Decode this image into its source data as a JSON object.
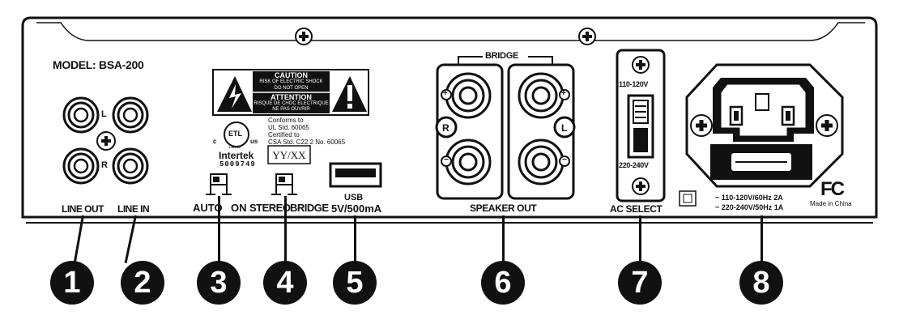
{
  "model": "MODEL: BSA-200",
  "line_out": {
    "label": "LINE OUT",
    "l": "L",
    "r": "R"
  },
  "line_in": {
    "label": "LINE IN"
  },
  "caution": {
    "title": "CAUTION",
    "line1": "RISK OF ELECTRIC SHOCK",
    "line2": "DO NOT OPEN",
    "attention": "ATTENTION",
    "line3": "RISQUE DE CHOC ELECTRIQUE",
    "line4": "NE PAS OUVRIR"
  },
  "cert": {
    "etl_c": "c",
    "etl_us": "us",
    "etl_mark": "ETL",
    "listed": "LISTED",
    "intertek": "Intertek",
    "intertek_num": "5009749",
    "conform1": "Conforms to",
    "conform2": "UL Std. 60065",
    "conform3": "Certified to",
    "conform4": "CSA Std. C22.2 No. 60065",
    "date_box": "YY/XX"
  },
  "switch_auto": {
    "left": "AUTO",
    "right": "ON"
  },
  "switch_mode": {
    "left": "STEREO",
    "right": "BRIDGE"
  },
  "usb": {
    "line1": "USB",
    "line2": "5V/500mA"
  },
  "speaker": {
    "bridge": "BRIDGE",
    "r": "R",
    "l": "L",
    "plus": "+",
    "minus": "−",
    "label": "SPEAKER OUT"
  },
  "ac_select": {
    "high": "110-120V",
    "low": "220-240V",
    "label": "AC SELECT"
  },
  "power": {
    "spec1": "~ 110-120V/60Hz 2A",
    "spec2": "~ 220-240V/50Hz 1A",
    "fcc": "FC",
    "made_in": "Made in China"
  },
  "callouts": [
    "1",
    "2",
    "3",
    "4",
    "5",
    "6",
    "7",
    "8"
  ]
}
